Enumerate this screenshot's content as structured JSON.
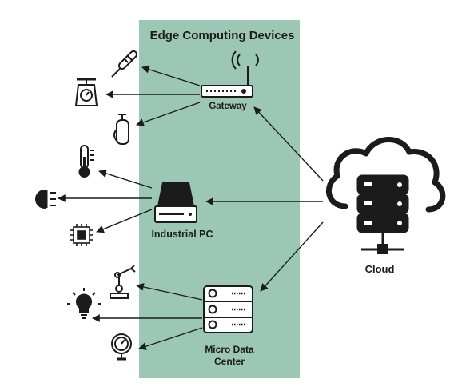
{
  "diagram": {
    "title": "Edge Computing Devices",
    "nodes": {
      "gateway": "Gateway",
      "industrial_pc": "Industrial PC",
      "cloud": "Cloud",
      "micro_data_center_line1": "Micro Data",
      "micro_data_center_line2": "Center"
    },
    "icons": {
      "gateway_devices": [
        "thermometer-probe-icon",
        "scale-icon",
        "gas-cylinder-icon"
      ],
      "industrial_pc_devices": [
        "thermometer-icon",
        "headlight-icon",
        "microchip-icon"
      ],
      "micro_data_center_devices": [
        "robot-arm-icon",
        "light-bulb-icon",
        "pressure-gauge-icon"
      ]
    },
    "colors": {
      "edge_zone": "#9cc7b4",
      "ink": "#1b1b1b"
    }
  }
}
